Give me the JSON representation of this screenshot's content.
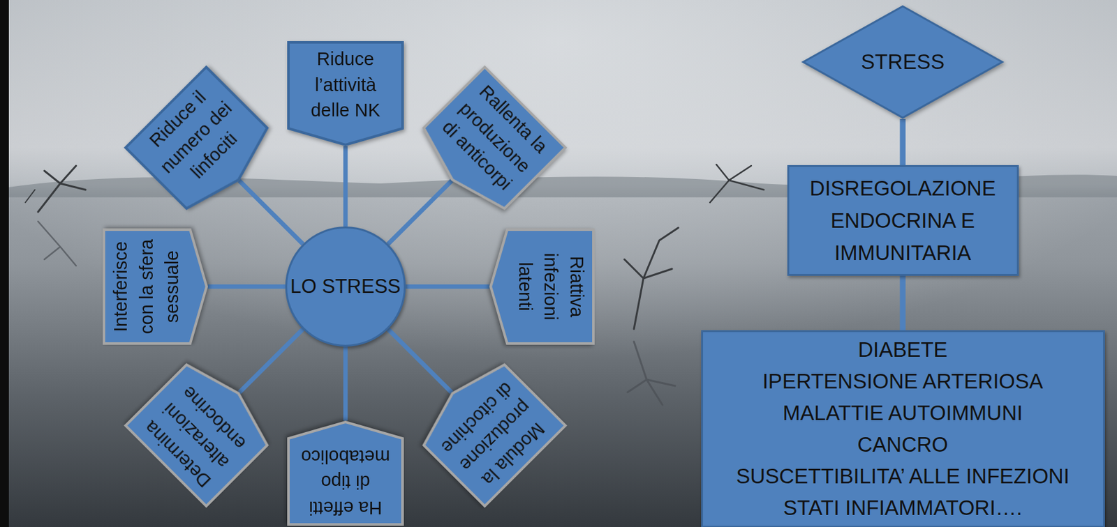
{
  "diagram": {
    "nodes": [
      {
        "text": [
          "LO STRESS"
        ]
      },
      {
        "text": [
          "Riduce l’attività delle NK"
        ]
      },
      {
        "text": [
          "Rallenta la produzione di anticorpi"
        ]
      },
      {
        "text": [
          "Riattiva infezioni latenti"
        ]
      },
      {
        "text": [
          "Modula la produzione di citochine"
        ]
      },
      {
        "text": [
          "Ha effetti di tipo metabolico"
        ]
      },
      {
        "text": [
          "Determina alterazioni endocrine"
        ]
      },
      {
        "text": [
          "Interferisce con la sfera sessuale"
        ]
      },
      {
        "text": [
          "Riduce il numero dei linfociti"
        ]
      },
      {
        "text": [
          "STRESS"
        ]
      },
      {
        "text": [
          "DISREGOLAZIONE ENDOCRINA E IMMUNITARIA"
        ]
      },
      {
        "text": [
          "DIABETE",
          "IPERTENSIONE ARTERIOSA",
          "MALATTIE AUTOIMMUNI",
          "CANCRO",
          "SUSCETTIBILITA’ ALLE INFEZIONI",
          "STATI INFIAMMATORI…."
        ]
      }
    ],
    "edges": [
      {
        "from": 0,
        "to": 1,
        "arrow": "none"
      },
      {
        "from": 0,
        "to": 2,
        "arrow": "none"
      },
      {
        "from": 0,
        "to": 3,
        "arrow": "none"
      },
      {
        "from": 0,
        "to": 4,
        "arrow": "none"
      },
      {
        "from": 0,
        "to": 5,
        "arrow": "none"
      },
      {
        "from": 0,
        "to": 6,
        "arrow": "none"
      },
      {
        "from": 0,
        "to": 7,
        "arrow": "none"
      },
      {
        "from": 0,
        "to": 8,
        "arrow": "none"
      },
      {
        "from": 9,
        "to": 10,
        "arrow": "none"
      },
      {
        "from": 10,
        "to": 11,
        "arrow": "none"
      }
    ]
  }
}
